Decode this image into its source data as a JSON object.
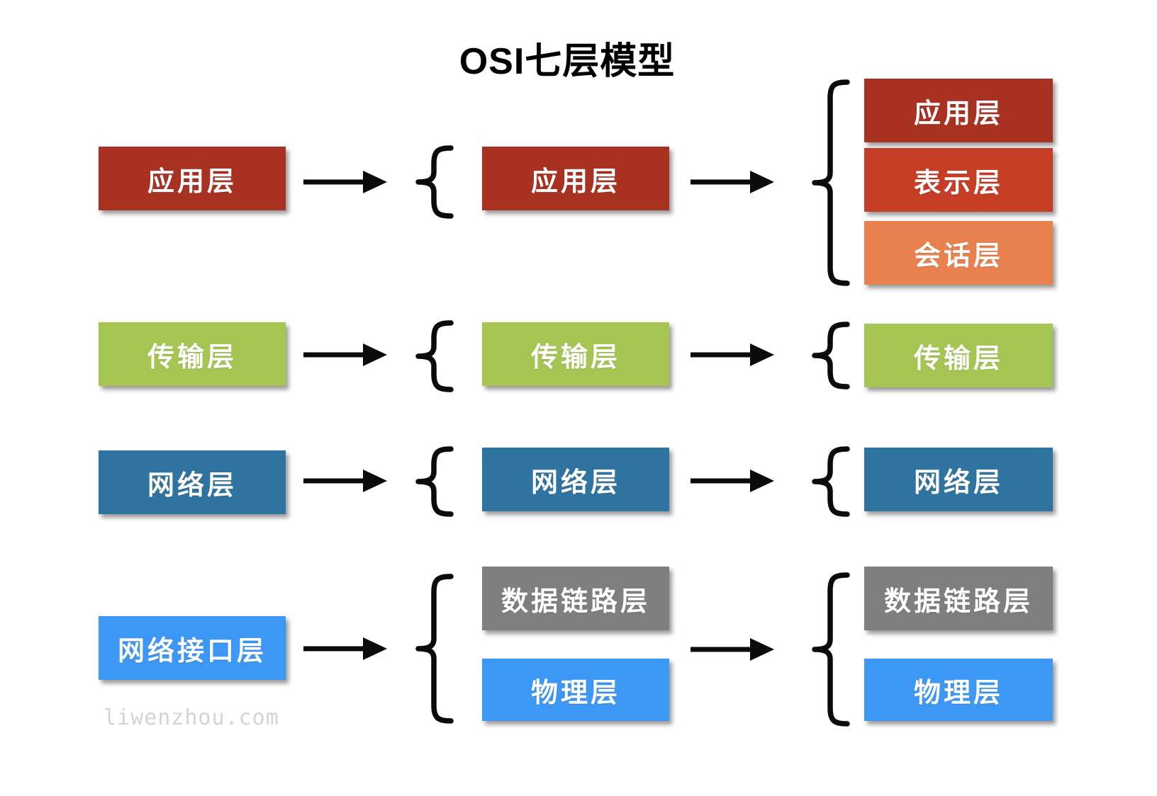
{
  "title": "OSI七层模型",
  "watermark": "liwenzhou.com",
  "colors": {
    "dark_red": "#A93122",
    "red": "#C63D26",
    "orange": "#E8814E",
    "green": "#A6C653",
    "teal": "#2F74A1",
    "blue": "#3D97F4",
    "gray": "#7F7F7F"
  },
  "boxes": {
    "left": [
      {
        "label": "应用层",
        "color": "#A93122"
      },
      {
        "label": "传输层",
        "color": "#A6C653"
      },
      {
        "label": "网络层",
        "color": "#2F74A1"
      },
      {
        "label": "网络接口层",
        "color": "#3D97F4"
      }
    ],
    "middle": [
      {
        "label": "应用层",
        "color": "#A93122"
      },
      {
        "label": "传输层",
        "color": "#A6C653"
      },
      {
        "label": "网络层",
        "color": "#2F74A1"
      },
      {
        "label": "数据链路层",
        "color": "#7F7F7F"
      },
      {
        "label": "物理层",
        "color": "#3D97F4"
      }
    ],
    "right": [
      {
        "label": "应用层",
        "color": "#A93122"
      },
      {
        "label": "表示层",
        "color": "#C63D26"
      },
      {
        "label": "会话层",
        "color": "#E8814E"
      },
      {
        "label": "传输层",
        "color": "#A6C653"
      },
      {
        "label": "网络层",
        "color": "#2F74A1"
      },
      {
        "label": "数据链路层",
        "color": "#7F7F7F"
      },
      {
        "label": "物理层",
        "color": "#3D97F4"
      }
    ]
  }
}
